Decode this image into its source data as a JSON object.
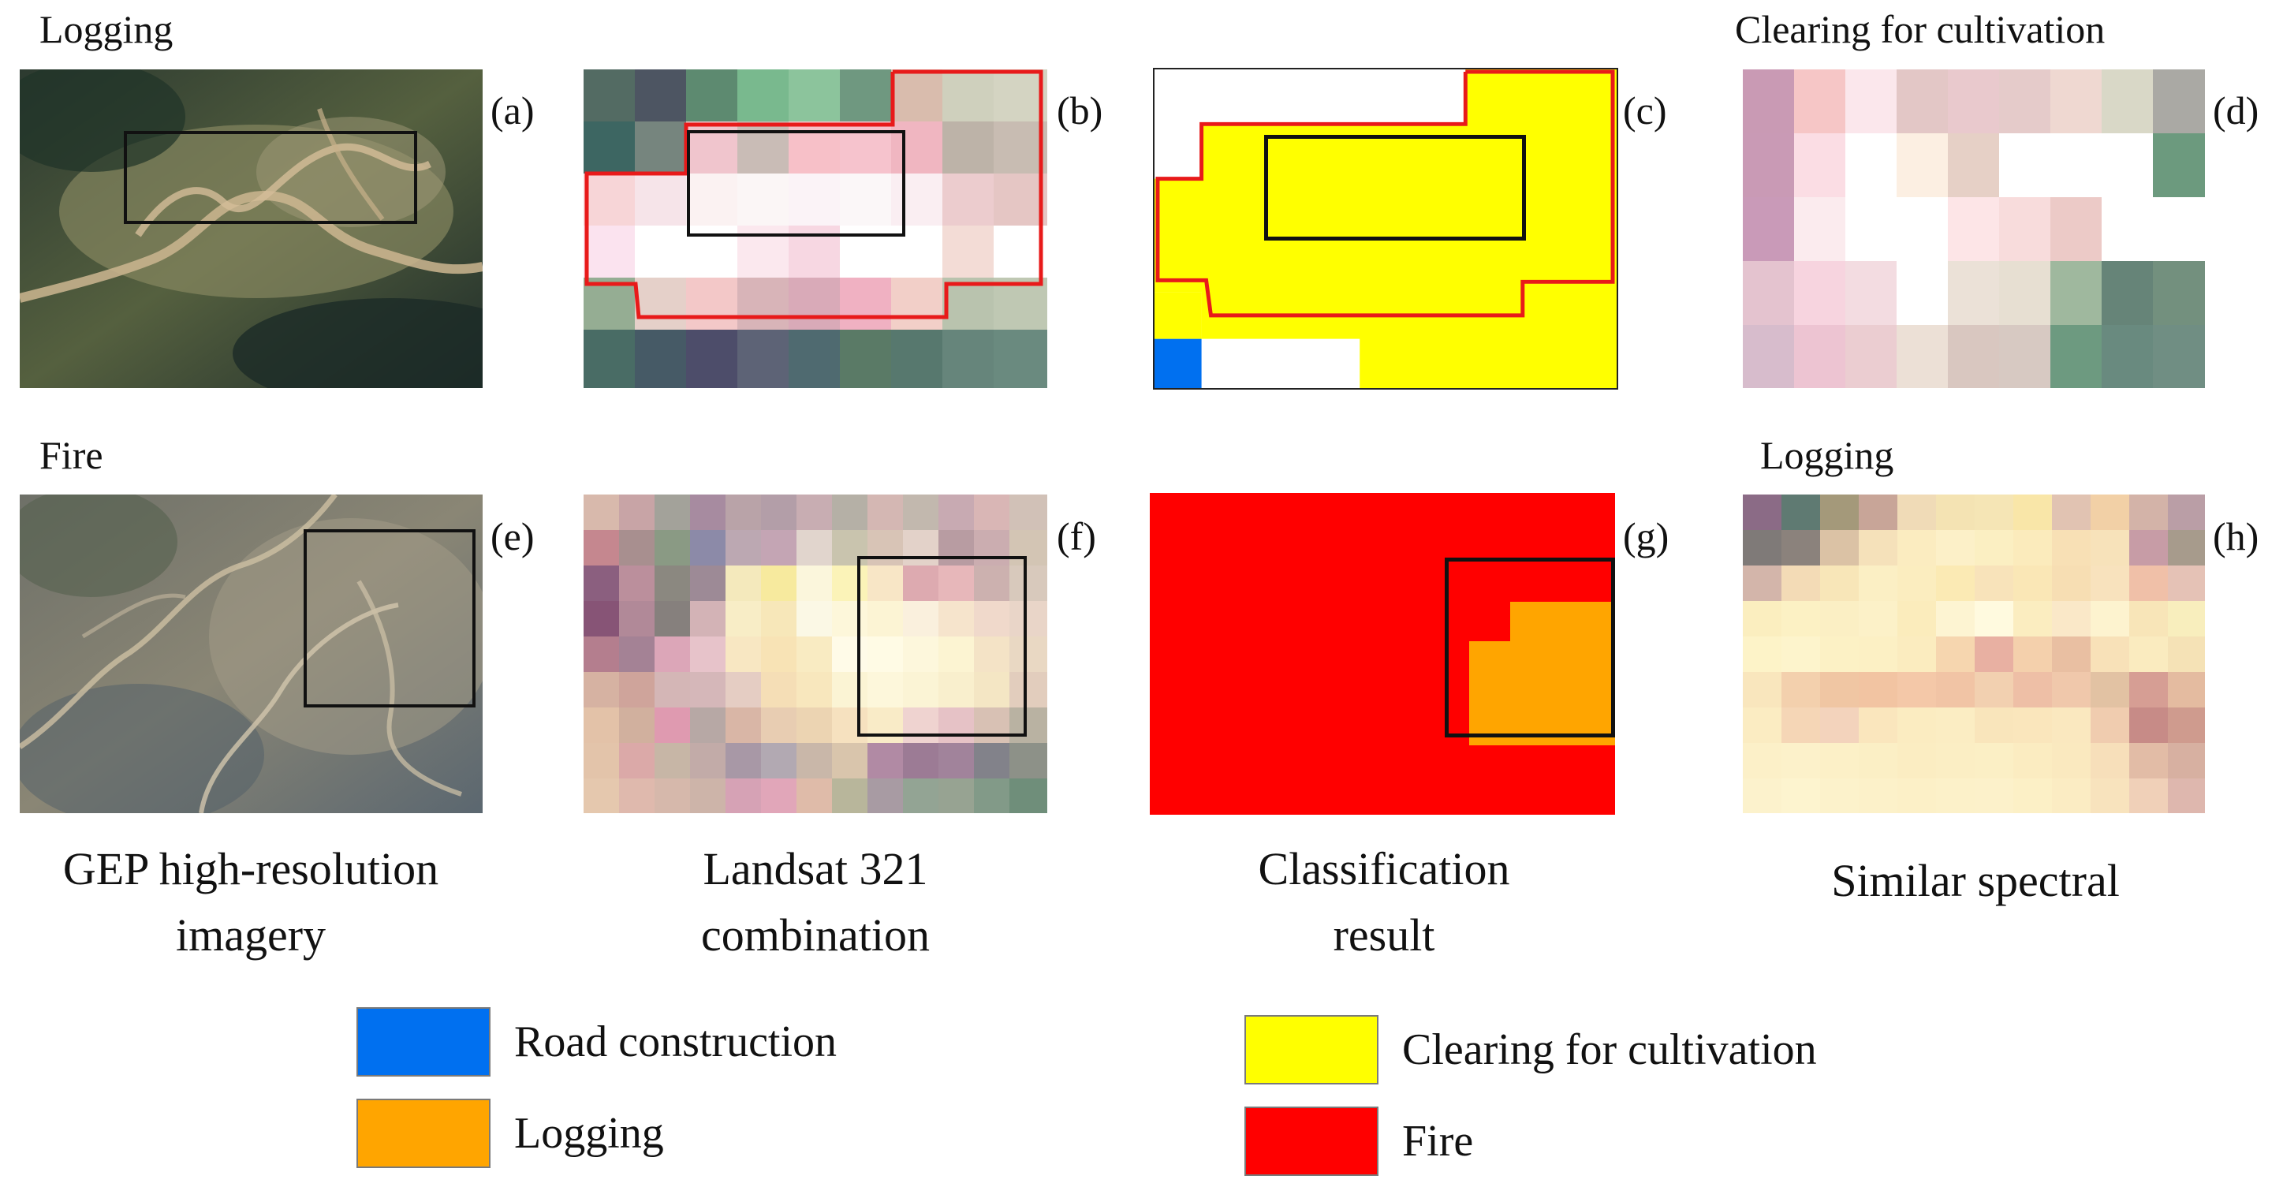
{
  "row_labels": {
    "a": "Logging",
    "d": "Clearing for cultivation",
    "e": "Fire",
    "h": "Logging"
  },
  "panel_labels": [
    "(a)",
    "(b)",
    "(c)",
    "(d)",
    "(e)",
    "(f)",
    "(g)",
    "(h)"
  ],
  "captions": {
    "col1": [
      "GEP high-resolution",
      "imagery"
    ],
    "col2": [
      "Landsat 321",
      "combination"
    ],
    "col3": [
      "Classification",
      "result"
    ],
    "col4": [
      "Similar spectral"
    ]
  },
  "legend": [
    {
      "label": "Road construction",
      "color": "#0070F0"
    },
    {
      "label": "Logging",
      "color": "#FFA500"
    },
    {
      "label": "Clearing for cultivation",
      "color": "#FFFF00"
    },
    {
      "label": "Fire",
      "color": "#FF0000"
    }
  ],
  "colors": {
    "boundary": "#E81A1A",
    "box": "#111111"
  }
}
